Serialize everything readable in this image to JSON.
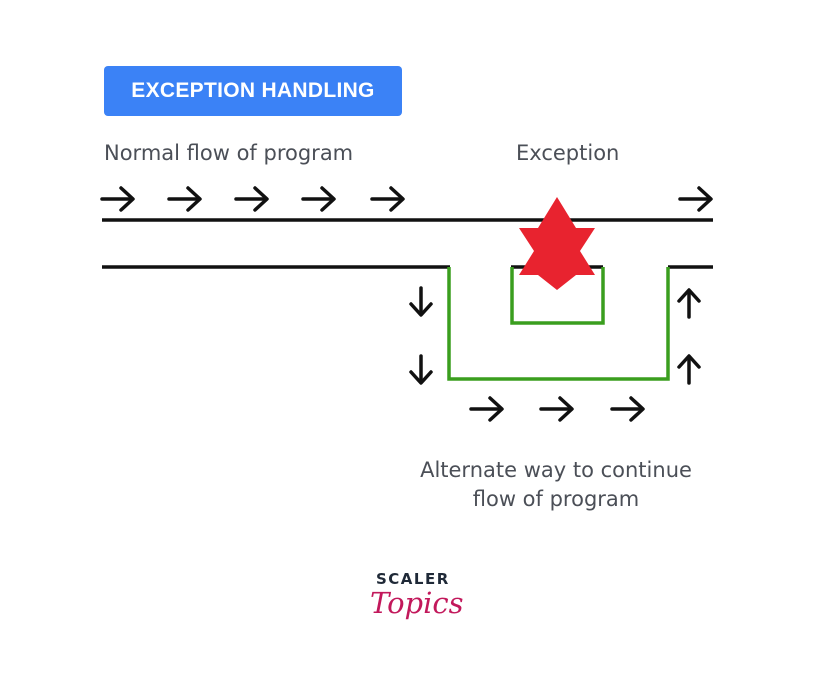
{
  "title": "EXCEPTION HANDLING",
  "labels": {
    "normal_flow": "Normal flow of program",
    "exception": "Exception",
    "alternate_line1": "Alternate way to continue",
    "alternate_line2": "flow of program"
  },
  "logo": {
    "top": "SCALER",
    "bottom": "Topics"
  },
  "colors": {
    "title_bg": "#3b82f6",
    "alternate_path": "#3a9e1e",
    "exception_star": "#e8232f",
    "logo_accent": "#c2185b"
  },
  "icons": {
    "flow_arrow": "right-arrow-icon",
    "down_arrow": "down-arrow-icon",
    "up_arrow": "up-arrow-icon",
    "exception_marker": "star-icon"
  }
}
